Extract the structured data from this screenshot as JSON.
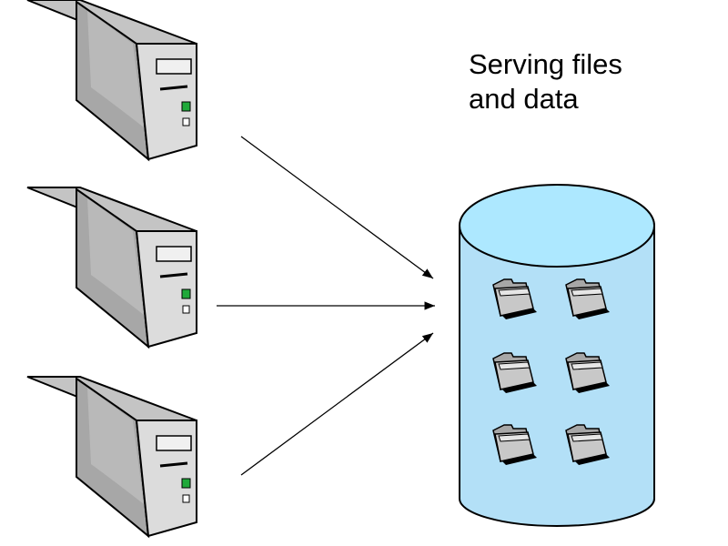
{
  "caption": {
    "line1": "Serving files",
    "line2": "and data"
  },
  "servers": [
    {
      "name": "server-top"
    },
    {
      "name": "server-middle"
    },
    {
      "name": "server-bottom"
    }
  ],
  "storage": {
    "name": "storage-cylinder",
    "folder_count": 6,
    "fill_color": "#b3e0f7",
    "top_color": "#ade8ff"
  },
  "colors": {
    "server_side": "#a7a7a7",
    "server_front": "#dcdcdc",
    "server_top": "#c4c4c4",
    "power_led": "#1fa93a",
    "folder": "#bdbdbd",
    "arrow": "#000000"
  }
}
